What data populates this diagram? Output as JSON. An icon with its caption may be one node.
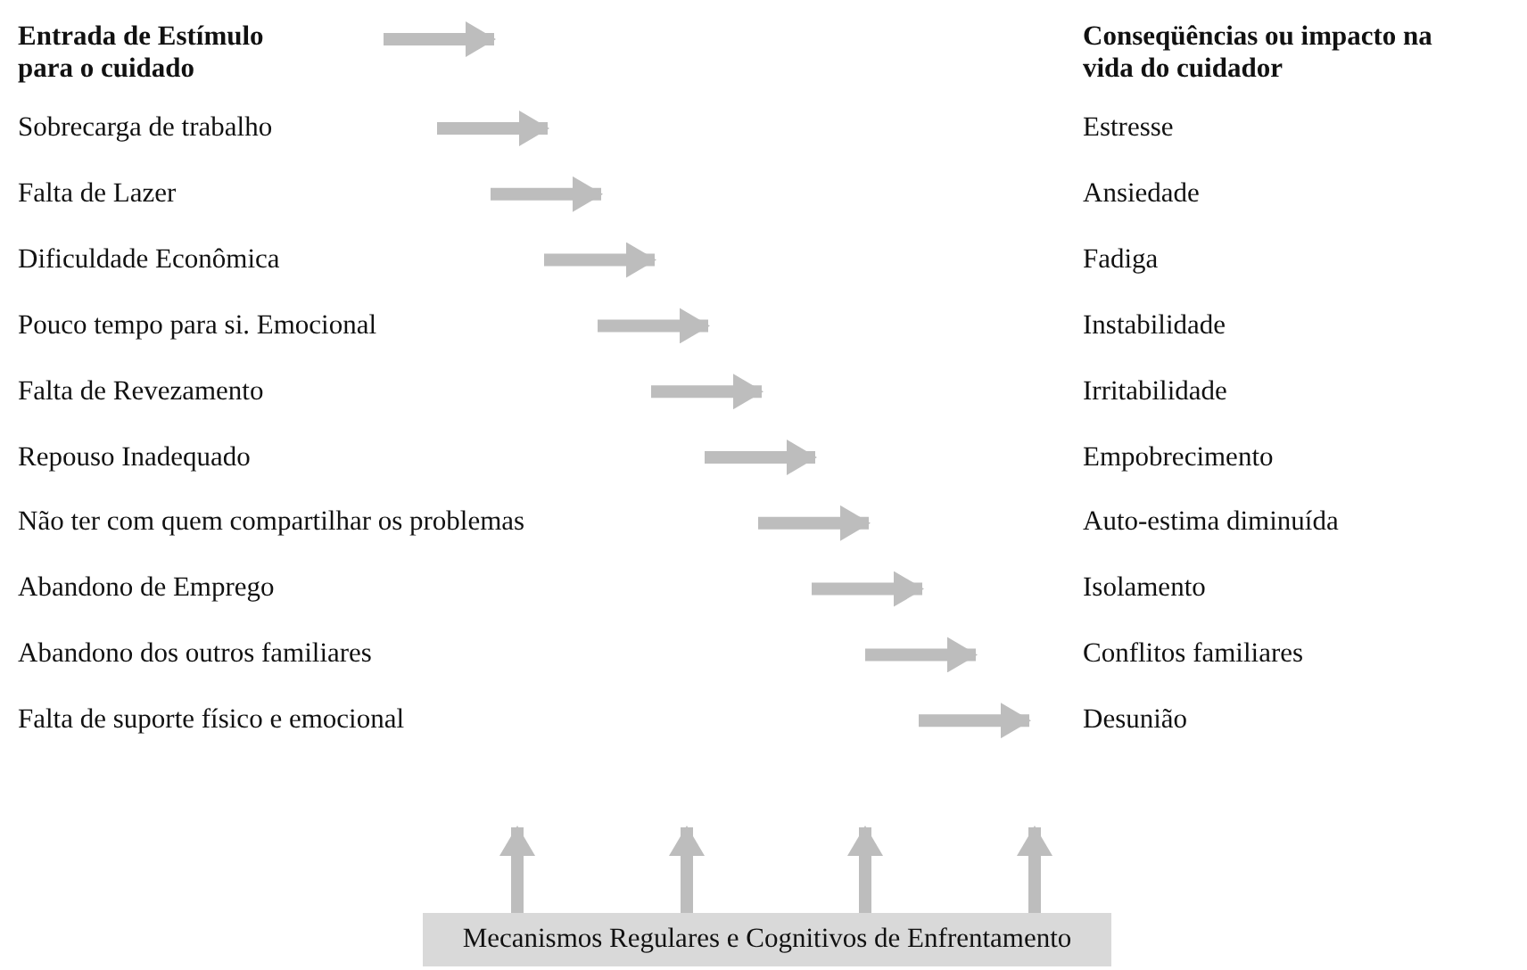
{
  "diagram": {
    "nodes": [
      {
        "text": [
          "Entrada de Estímulo para o cuidado"
        ]
      },
      {
        "text": [
          "Conseqüências ou impacto na vida do cuidador"
        ]
      },
      {
        "text": [
          "Sobrecarga de trabalho"
        ]
      },
      {
        "text": [
          "Estresse"
        ]
      },
      {
        "text": [
          "Falta de Lazer"
        ]
      },
      {
        "text": [
          "Ansiedade"
        ]
      },
      {
        "text": [
          "Dificuldade Econômica"
        ]
      },
      {
        "text": [
          "Fadiga"
        ]
      },
      {
        "text": [
          "Pouco tempo para si. Emocional"
        ]
      },
      {
        "text": [
          "Instabilidade"
        ]
      },
      {
        "text": [
          "Falta de Revezamento"
        ]
      },
      {
        "text": [
          "Irritabilidade"
        ]
      },
      {
        "text": [
          "Repouso Inadequado"
        ]
      },
      {
        "text": [
          "Empobrecimento"
        ]
      },
      {
        "text": [
          "Não ter com quem compartilhar os problemas"
        ]
      },
      {
        "text": [
          "Auto-estima diminuída"
        ]
      },
      {
        "text": [
          "Abandono de Emprego"
        ]
      },
      {
        "text": [
          "Isolamento"
        ]
      },
      {
        "text": [
          "Abandono dos outros familiares"
        ]
      },
      {
        "text": [
          "Conflitos familiares"
        ]
      },
      {
        "text": [
          "Falta de suporte físico e emocional"
        ]
      },
      {
        "text": [
          "Desunião"
        ]
      },
      {
        "text": [
          "Mecanismos Regulares e Cognitivos de Enfrentamento"
        ]
      }
    ],
    "edges": [
      {
        "from": 22,
        "to": null,
        "arrow": "to"
      },
      {
        "from": 22,
        "to": null,
        "arrow": "to"
      },
      {
        "from": 22,
        "to": null,
        "arrow": "to"
      },
      {
        "from": 22,
        "to": null,
        "arrow": "to"
      }
    ]
  }
}
